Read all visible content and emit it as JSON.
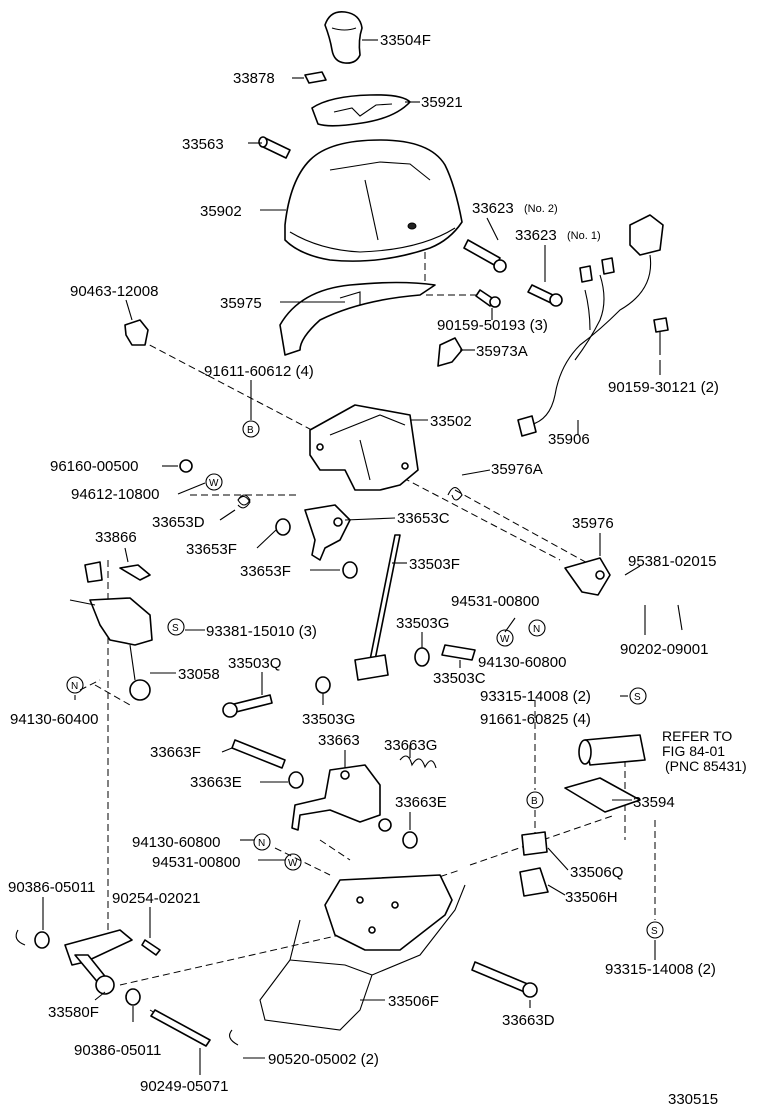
{
  "diagram_id": "330515",
  "refer": {
    "line1": "REFER TO",
    "line2": "FIG 84-01",
    "line3": "(PNC 85431)"
  },
  "symbols": {
    "B": "B",
    "W": "W",
    "S": "S",
    "N": "N"
  },
  "labels": {
    "p33504F": "33504F",
    "p33878": "33878",
    "p35921": "35921",
    "p33563": "33563",
    "p35902": "35902",
    "p33623_2": "33623",
    "p33623_2_note": "(No. 2)",
    "p33623_1": "33623",
    "p33623_1_note": "(No. 1)",
    "p90463": "90463-12008",
    "p35975": "35975",
    "p90159_50193": "90159-50193 (3)",
    "p35973A": "35973A",
    "p91611": "91611-60612 (4)",
    "p90159_30121": "90159-30121 (2)",
    "p33502": "33502",
    "p35906": "35906",
    "p96160": "96160-00500",
    "p35976A": "35976A",
    "p94612": "94612-10800",
    "p33653D": "33653D",
    "p33653C": "33653C",
    "p33866": "33866",
    "p33653F_a": "33653F",
    "p35976": "35976",
    "p95381": "95381-02015",
    "p33653F_b": "33653F",
    "p33503F": "33503F",
    "p94531_a": "94531-00800",
    "p93381": "93381-15010 (3)",
    "p33503G_a": "33503G",
    "p90202": "90202-09001",
    "p94130_60800_a": "94130-60800",
    "p33503C": "33503C",
    "p33058": "33058",
    "p33503Q": "33503Q",
    "p93315_a": "93315-14008 (2)",
    "p94130_60400": "94130-60400",
    "p33503G_b": "33503G",
    "p33663G": "33663G",
    "p91661": "91661-60825 (4)",
    "p33663F": "33663F",
    "p33663": "33663",
    "p33663E_a": "33663E",
    "p33594": "33594",
    "p33663E_b": "33663E",
    "p94130_60800_b": "94130-60800",
    "p94531_b": "94531-00800",
    "p33506Q": "33506Q",
    "p33506H": "33506H",
    "p90386_a": "90386-05011",
    "p90254": "90254-02021",
    "p93315_b": "93315-14008 (2)",
    "p33580F": "33580F",
    "p33506F": "33506F",
    "p33663D": "33663D",
    "p90386_b": "90386-05011",
    "p90520": "90520-05002 (2)",
    "p90249": "90249-05071"
  }
}
